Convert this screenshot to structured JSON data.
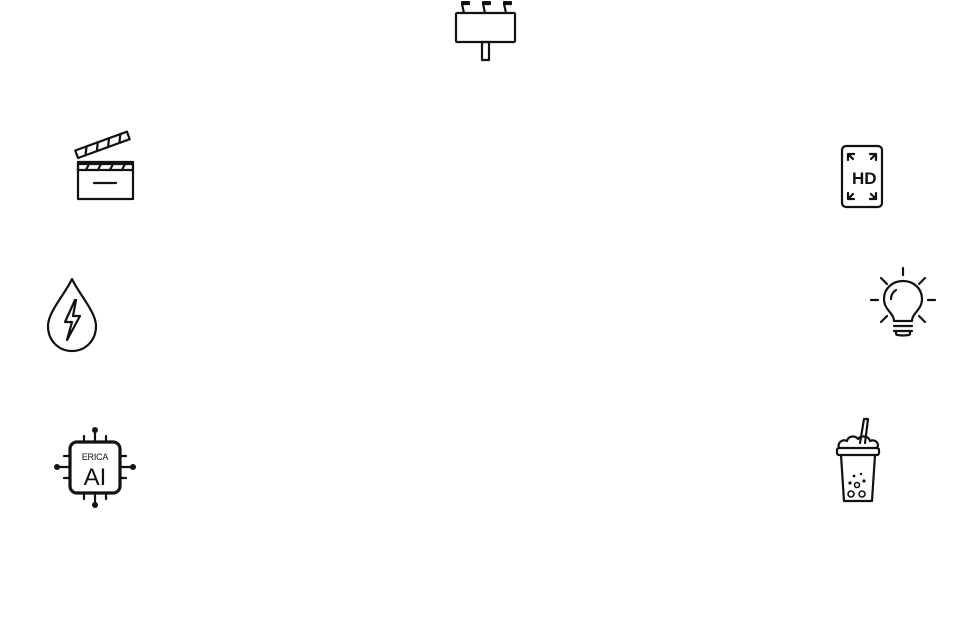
{
  "icons": [
    {
      "name": "billboard-icon"
    },
    {
      "name": "clapperboard-icon"
    },
    {
      "name": "hd-screen-icon",
      "label": "HD"
    },
    {
      "name": "energy-drop-icon"
    },
    {
      "name": "lightbulb-icon"
    },
    {
      "name": "ai-chip-icon",
      "brand": "ERICA",
      "label": "AI"
    },
    {
      "name": "bubble-tea-icon"
    }
  ],
  "colors": {
    "background": "#ffffff",
    "icon_stroke": "#111111"
  }
}
